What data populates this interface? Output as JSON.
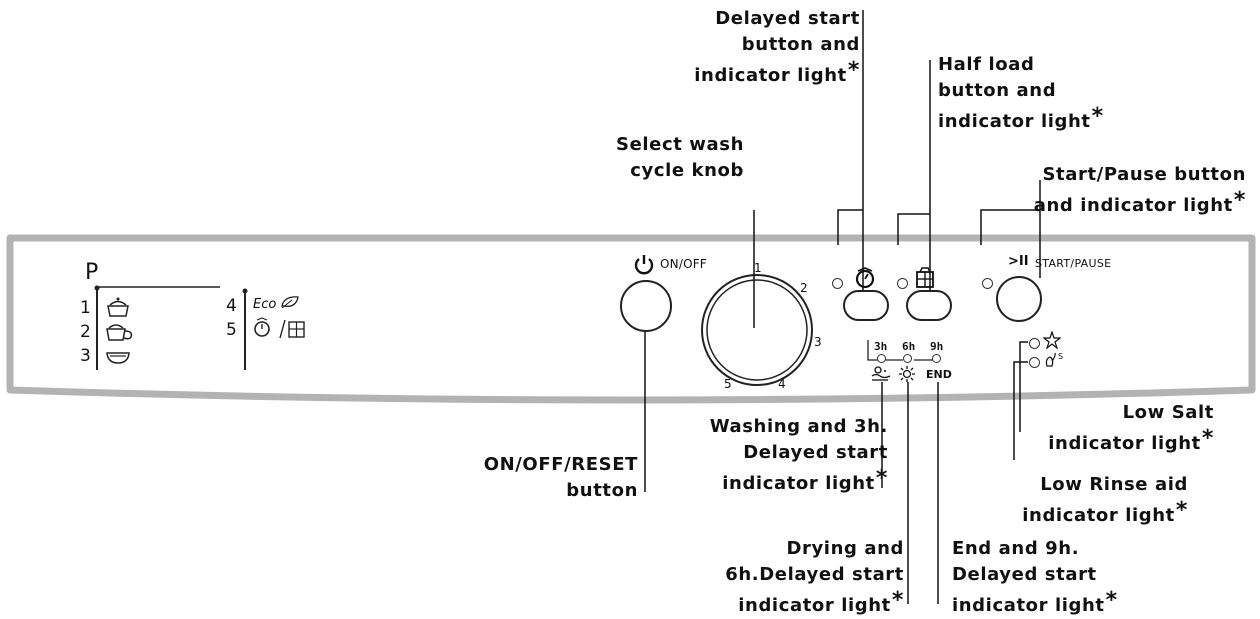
{
  "panel": {
    "program_header": "P",
    "programs": [
      {
        "number": "1",
        "icon": "pot-with-lid-icon"
      },
      {
        "number": "2",
        "icon": "pot-and-cup-icon"
      },
      {
        "number": "3",
        "icon": "bowl-icon"
      },
      {
        "number": "4",
        "icon": "eco-leaf-icon",
        "label": "Eco"
      },
      {
        "number": "5",
        "icon": "delay-and-half-load-icon"
      }
    ],
    "on_off_label": "ON/OFF",
    "start_pause_symbol": ">II",
    "start_pause_label": "START/PAUSE",
    "knob_numbers": [
      "1",
      "2",
      "3",
      "4",
      "5"
    ],
    "delay_hours": [
      "3h",
      "6h",
      "9h"
    ],
    "end_label": "END"
  },
  "callouts": {
    "delayed_start": [
      "Delayed start",
      "button and",
      "indicator light"
    ],
    "half_load": [
      "Half load",
      "button and",
      "indicator light"
    ],
    "select_knob": [
      "Select wash",
      "cycle knob"
    ],
    "start_pause": [
      "Start/Pause button",
      "and indicator light"
    ],
    "on_off_reset": [
      "ON/OFF/RESET",
      "button"
    ],
    "washing": [
      "Washing and 3h.",
      "Delayed start",
      "indicator light"
    ],
    "drying": [
      "Drying and",
      "6h.Delayed start",
      "indicator light"
    ],
    "end": [
      "End and 9h.",
      "Delayed start",
      "indicator light"
    ],
    "low_salt": [
      "Low Salt",
      "indicator light"
    ],
    "low_rinse": [
      "Low Rinse aid",
      "indicator light"
    ],
    "asterisk": "*"
  },
  "colors": {
    "panel_border": "#b3b3b3",
    "line": "#111111"
  }
}
